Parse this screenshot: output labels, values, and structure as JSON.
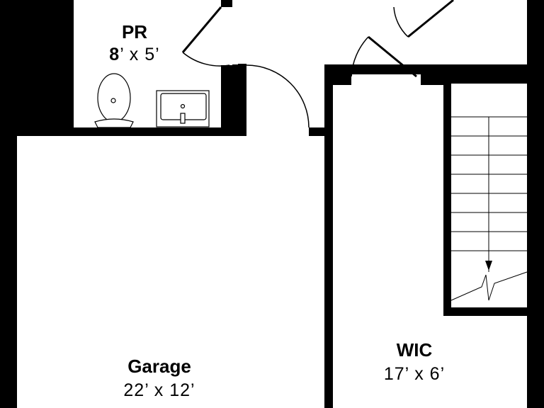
{
  "colors": {
    "wall": "#000000",
    "floor": "#ffffff",
    "line": "#000000"
  },
  "rooms": [
    {
      "id": "pr",
      "name": "PR",
      "dim_first": "8",
      "dim_rest": "’  x  5’"
    },
    {
      "id": "garage",
      "name": "Garage",
      "dimensions": "22’  x  12’"
    },
    {
      "id": "wic",
      "name": "WIC",
      "dimensions": "17’  x  6’"
    }
  ],
  "fixtures": {
    "stairs_direction_icon": "arrow-down-icon",
    "toilet_icon": "toilet-icon",
    "sink_icon": "sink-icon"
  }
}
